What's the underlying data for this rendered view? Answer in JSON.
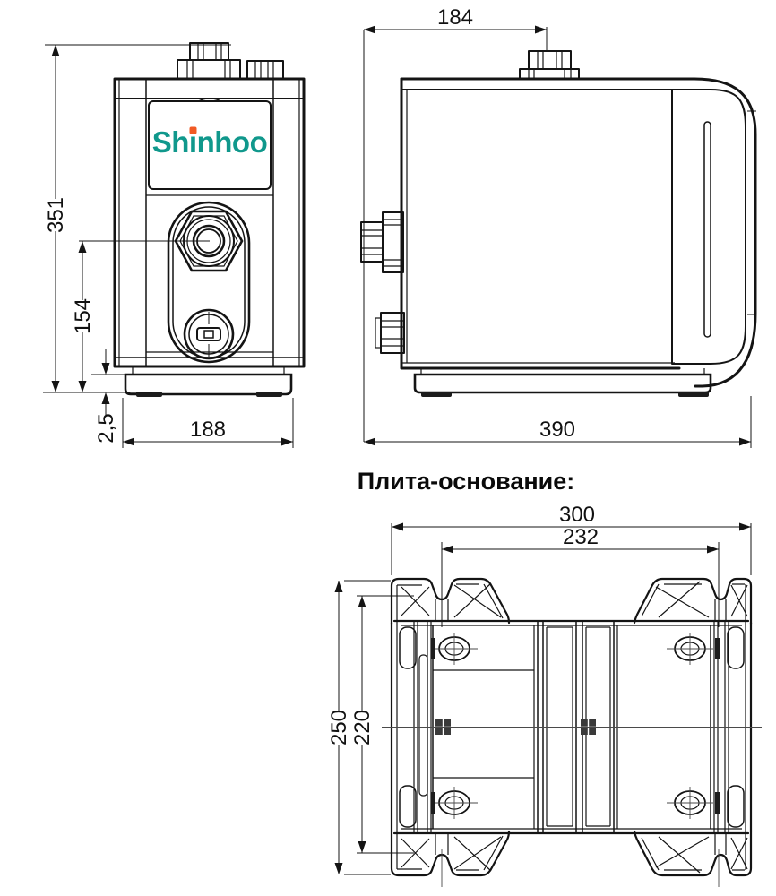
{
  "front_view": {
    "logo_text": "Shinhoo",
    "dim_total_height": "351",
    "dim_port_height": "154",
    "dim_base_clearance": "2,5",
    "dim_width": "188"
  },
  "side_view": {
    "dim_connector_offset": "184",
    "dim_depth": "390"
  },
  "base_plate": {
    "title": "Плита-основание:",
    "dim_width": "300",
    "dim_slot_spacing": "232",
    "dim_height": "250",
    "dim_inner_height": "220"
  },
  "colors": {
    "line": "#141414",
    "logo_teal": "#10988c",
    "logo_orange": "#f15a24",
    "foot_fill": "#1c1c1c"
  }
}
